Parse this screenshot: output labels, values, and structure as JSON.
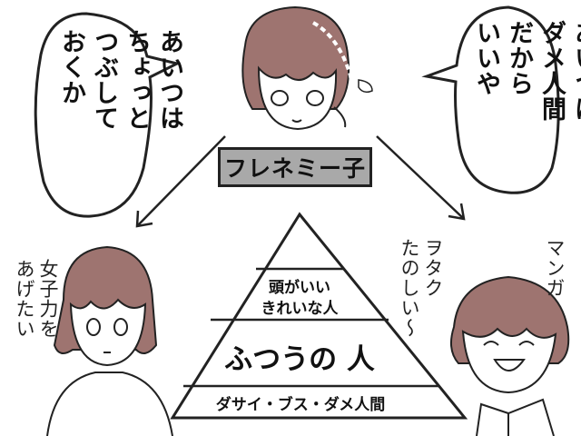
{
  "speech_left": "あいつは\nちょっと\nつぶして\nおくか",
  "speech_right": "あいつは\nダメ人間\nだから\nいいや",
  "center_label": "フレネミー子",
  "left_caption": "女子力を\nあげたい",
  "right_caption_main": "ヲタク\nたのしい〜",
  "right_caption_top": "マンガ",
  "pyramid": {
    "tier1": "頭がいい",
    "tier1b": "きれいな人",
    "tier2": "ふつうの 人",
    "tier3": "ダサイ・ブス・ダメ人間"
  },
  "colors": {
    "hair": "#9e7470",
    "box": "#a9a9a9",
    "line": "#222222"
  }
}
